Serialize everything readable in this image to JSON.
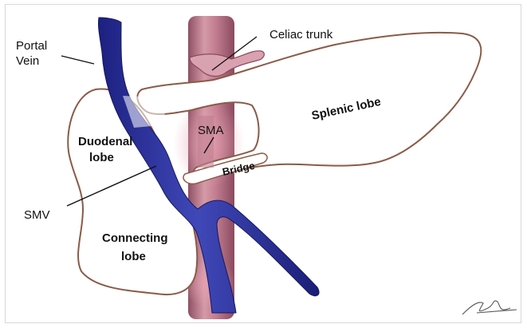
{
  "labels": {
    "portal_vein_line1": "Portal",
    "portal_vein_line2": "Vein",
    "celiac_trunk": "Celiac trunk",
    "splenic_lobe": "Splenic lobe",
    "sma": "SMA",
    "duodenal_line1": "Duodenal",
    "duodenal_line2": "lobe",
    "bridge": "Bridge",
    "smv": "SMV",
    "connecting_line1": "Connecting",
    "connecting_line2": "lobe"
  },
  "colors": {
    "vein": "#2a2f9a",
    "vein_highlight": "#5a63d0",
    "aorta": "#c98a98",
    "aorta_dark": "#9c5a6c",
    "pancreas_fill": "#ffffff",
    "pancreas_edge": "#8a5b48",
    "text": "#111111"
  },
  "icons": {
    "signature": "artist-signature"
  }
}
